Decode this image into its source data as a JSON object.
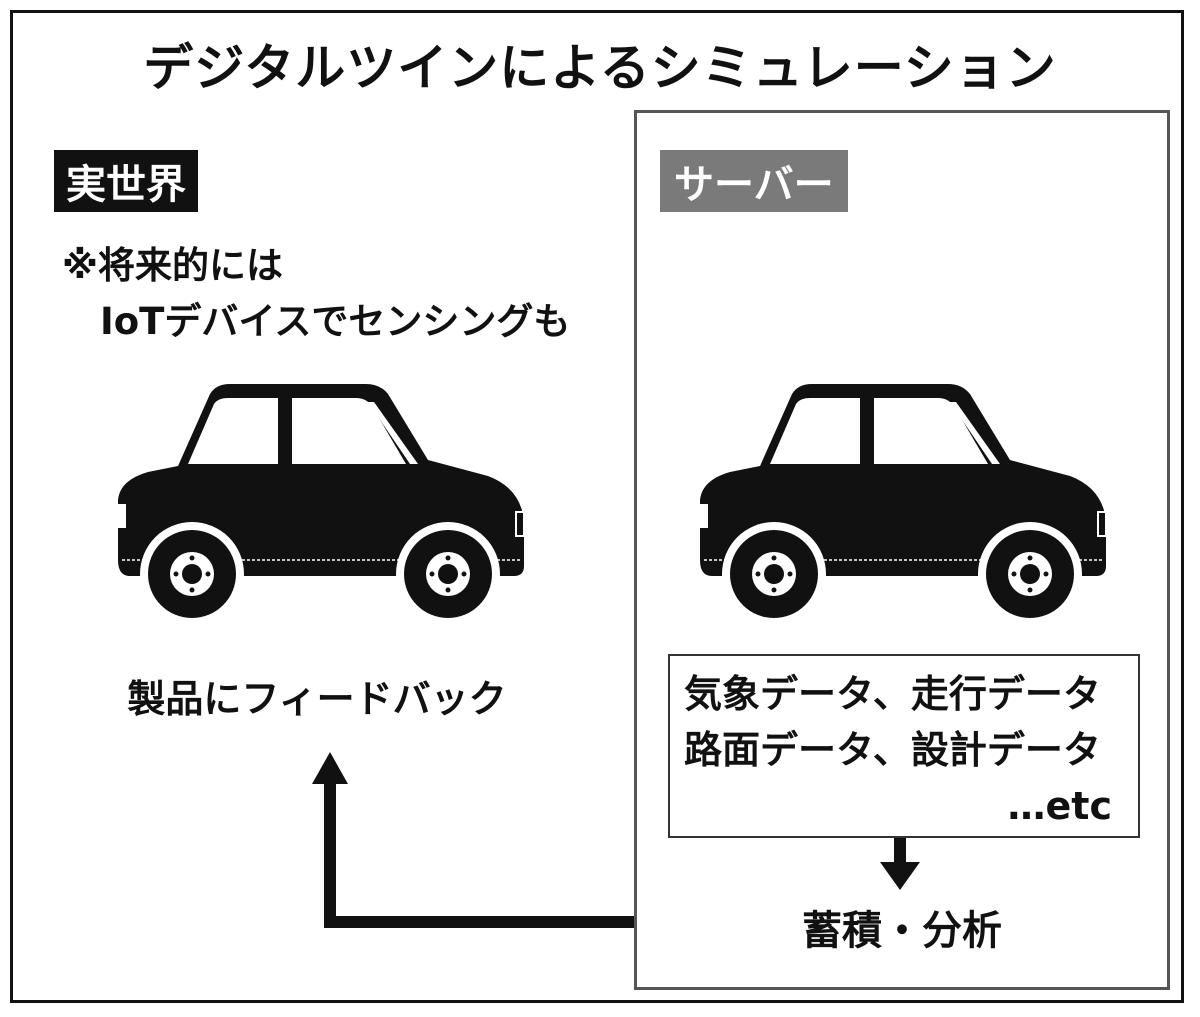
{
  "title": "デジタルツインによるシミュレーション",
  "real_world": {
    "label": "実世界",
    "note_line1": "※将来的には",
    "note_line2": "IoTデバイスでセンシングも",
    "feedback": "製品にフィードバック"
  },
  "server": {
    "label": "サーバー",
    "data_line1": "気象データ、走行データ",
    "data_line2": "路面データ、設計データ",
    "data_line3": "…etc",
    "analysis": "蓄積・分析"
  },
  "colors": {
    "ink": "#111111",
    "server_label_bg": "#7a7a7a",
    "background": "#ffffff"
  },
  "icons": [
    "car-icon",
    "car-icon",
    "arrow-down-icon",
    "arrow-up-icon"
  ]
}
